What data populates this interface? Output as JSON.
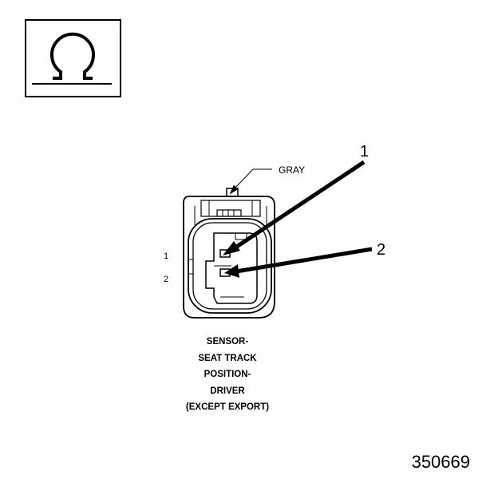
{
  "symbol": {
    "icon": "ohm-icon"
  },
  "diagram": {
    "wire_color": "GRAY",
    "callouts": [
      "1",
      "2"
    ],
    "pins": [
      "1",
      "2"
    ]
  },
  "caption": {
    "lines": [
      "SENSOR-",
      "SEAT TRACK",
      "POSITION-",
      "DRIVER",
      "(EXCEPT EXPORT)"
    ]
  },
  "figure_number": "350669"
}
